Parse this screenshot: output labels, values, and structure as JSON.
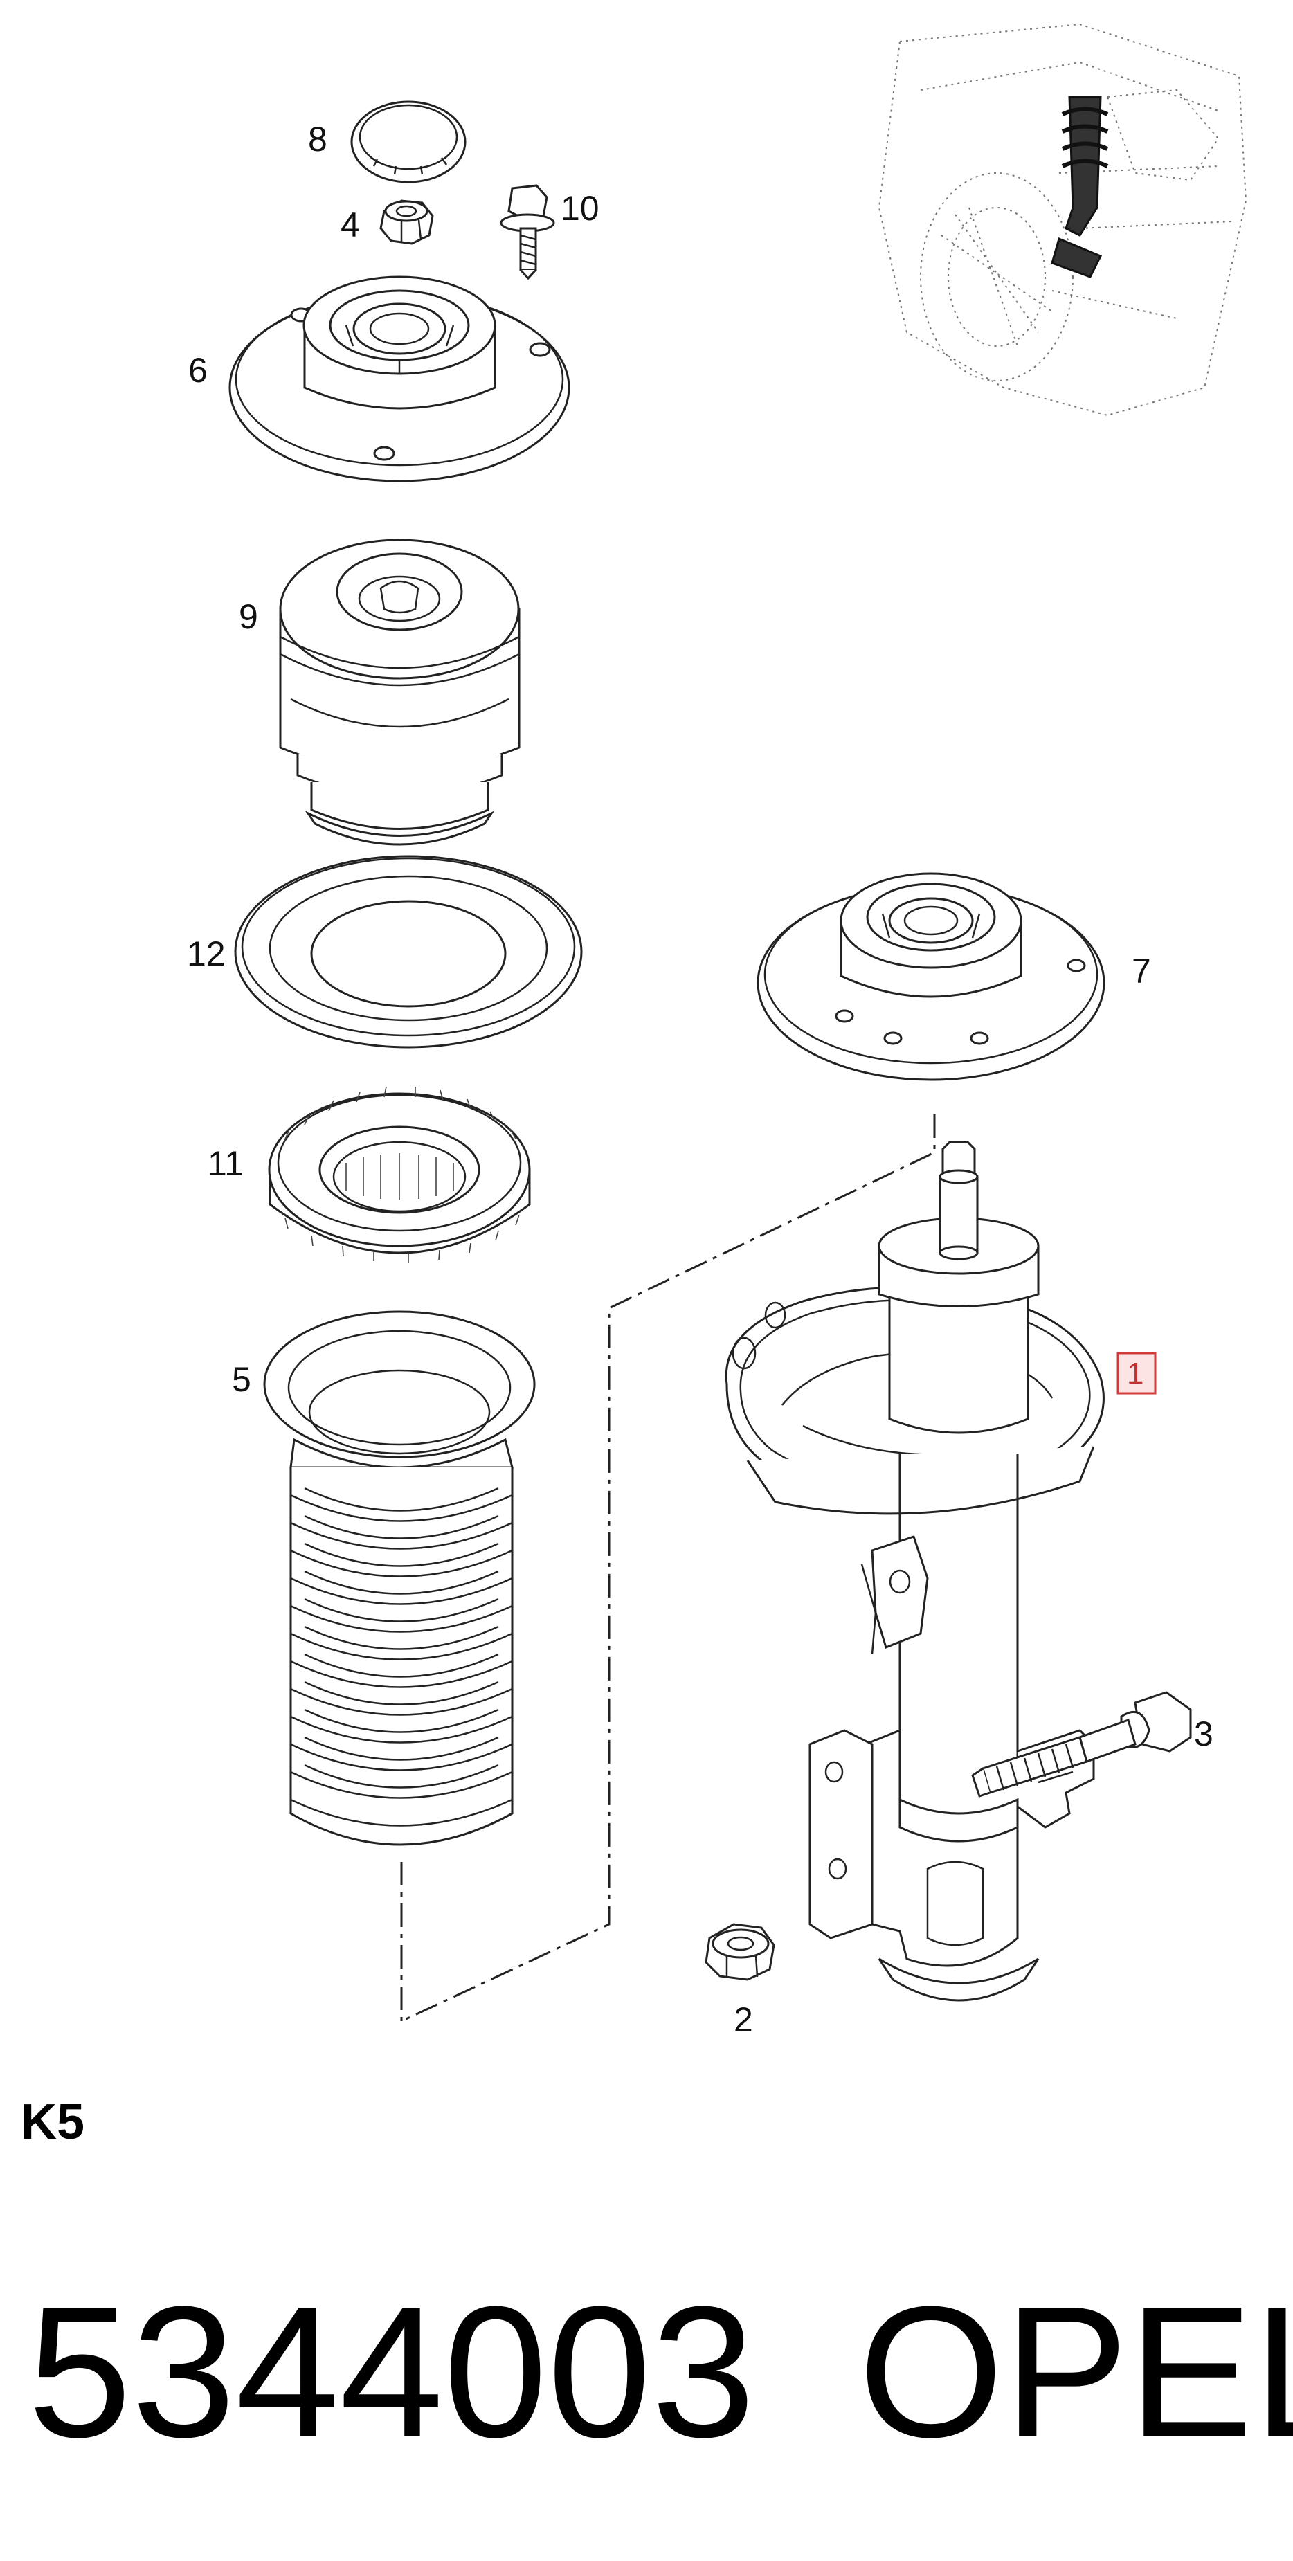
{
  "parts": [
    {
      "id": "part-1",
      "label": "1"
    },
    {
      "id": "part-2",
      "label": "2"
    },
    {
      "id": "part-3",
      "label": "3"
    },
    {
      "id": "part-4",
      "label": "4"
    },
    {
      "id": "part-5",
      "label": "5"
    },
    {
      "id": "part-6",
      "label": "6"
    },
    {
      "id": "part-7",
      "label": "7"
    },
    {
      "id": "part-8",
      "label": "8"
    },
    {
      "id": "part-9",
      "label": "9"
    },
    {
      "id": "part-10",
      "label": "10"
    },
    {
      "id": "part-11",
      "label": "11"
    },
    {
      "id": "part-12",
      "label": "12"
    }
  ],
  "section_code": "K5",
  "part_number": "5344003",
  "brand": "OPEL",
  "colors": {
    "callout_border": "#d23a3a",
    "callout_fill": "#fde4e4",
    "line": "#222222"
  }
}
